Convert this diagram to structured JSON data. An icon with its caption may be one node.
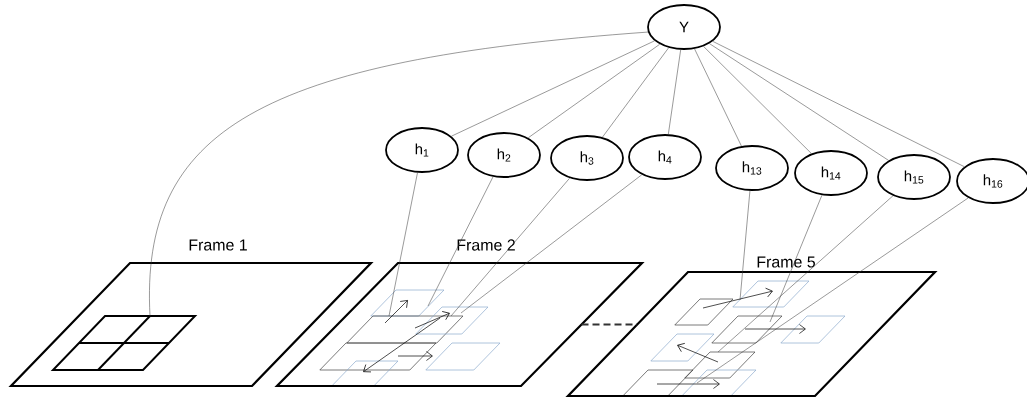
{
  "diagram": {
    "nodes": [
      {
        "text": [
          "Y"
        ]
      },
      {
        "text": [
          "h$_{1}$"
        ]
      },
      {
        "text": [
          "h$_{2}$"
        ]
      },
      {
        "text": [
          "h$_{3}$"
        ]
      },
      {
        "text": [
          "h$_{4}$"
        ]
      },
      {
        "text": [
          "h$_{13}$"
        ]
      },
      {
        "text": [
          "h$_{14}$"
        ]
      },
      {
        "text": [
          "h$_{15}$"
        ]
      },
      {
        "text": [
          "h$_{16}$"
        ]
      },
      {
        "text": [
          "Frame 1"
        ]
      },
      {
        "text": [],
        "shape": "box",
        "in": 9
      },
      {
        "text": [
          "Frame 2"
        ]
      },
      {
        "text": [
          "Frame 5"
        ]
      }
    ],
    "edges": [
      {
        "from": 0,
        "to": 10,
        "arrow": "none"
      },
      {
        "from": 0,
        "to": 1,
        "arrow": "none"
      },
      {
        "from": 0,
        "to": 2,
        "arrow": "none"
      },
      {
        "from": 0,
        "to": 3,
        "arrow": "none"
      },
      {
        "from": 0,
        "to": 4,
        "arrow": "none"
      },
      {
        "from": 0,
        "to": 5,
        "arrow": "none"
      },
      {
        "from": 0,
        "to": 6,
        "arrow": "none"
      },
      {
        "from": 0,
        "to": 7,
        "arrow": "none"
      },
      {
        "from": 0,
        "to": 8,
        "arrow": "none"
      },
      {
        "from": 1,
        "to": 11,
        "arrow": "none"
      },
      {
        "from": 2,
        "to": 11,
        "arrow": "none"
      },
      {
        "from": 3,
        "to": 11,
        "arrow": "none"
      },
      {
        "from": 4,
        "to": 11,
        "arrow": "none"
      },
      {
        "from": 5,
        "to": 12,
        "arrow": "none"
      },
      {
        "from": 6,
        "to": 12,
        "arrow": "none"
      },
      {
        "from": 7,
        "to": 12,
        "arrow": "none"
      },
      {
        "from": 8,
        "to": 12,
        "arrow": "none"
      },
      {
        "from": 11,
        "to": 12,
        "arrow": "none",
        "style": "dashed"
      }
    ]
  }
}
